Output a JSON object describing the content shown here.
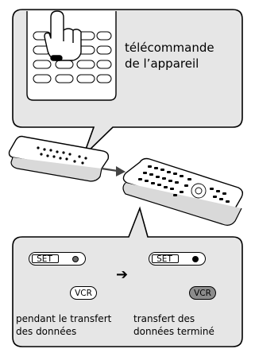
{
  "callout": {
    "label_line1": "télécommande",
    "label_line2": "de l’appareil"
  },
  "status_panel": {
    "before": {
      "set_label": "SET",
      "vcr_label": "VCR",
      "caption_line1": "pendant le transfert",
      "caption_line2": "des données"
    },
    "after": {
      "set_label": "SET",
      "vcr_label": "VCR",
      "caption_line1": "transfert des",
      "caption_line2": "données terminé"
    },
    "arrow_symbol": "➔"
  },
  "colors": {
    "panel_background": "#e6e6e6",
    "outline": "#000000",
    "vcr_active_fill": "#8c8c8c",
    "transfer_arrow": "#444444"
  }
}
